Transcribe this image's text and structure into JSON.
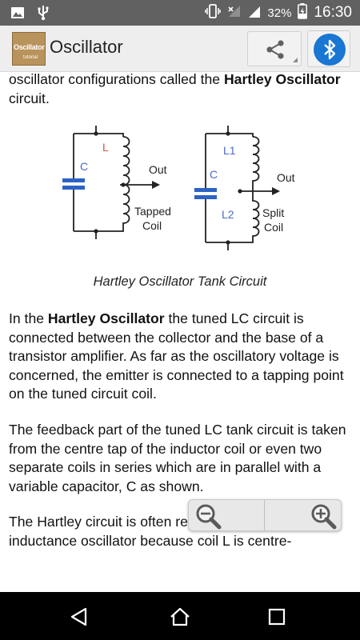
{
  "status_bar": {
    "battery_percent": "32%",
    "time": "16:30",
    "icons": [
      "image-icon",
      "usb-icon",
      "vibrate-icon",
      "no-signal-icon",
      "signal-icon",
      "battery-charging-icon"
    ]
  },
  "app_bar": {
    "logo_text": "Oscillator",
    "logo_subtext": "tutorial",
    "title": "Oscillator",
    "share_icon": "share-icon",
    "bluetooth_icon": "bluetooth-icon",
    "bluetooth_color": "#1976d2"
  },
  "content": {
    "para_top": {
      "t1": "oscillator configurations called the ",
      "b1": "Hartley Oscillator",
      "t2": " circuit."
    },
    "figure": {
      "label_L": "L",
      "label_C_left": "C",
      "label_out_left": "Out",
      "label_tapped_1": "Tapped",
      "label_tapped_2": "Coil",
      "label_L1": "L1",
      "label_C_right": "C",
      "label_out_right": "Out",
      "label_L2": "L2",
      "label_split_1": "Split",
      "label_split_2": "Coil",
      "label_color": "#4a6bc8"
    },
    "caption": "Hartley Oscillator Tank Circuit",
    "para1": {
      "t1": "In the ",
      "b1": "Hartley Oscillator",
      "t2": " the tuned LC circuit is connected between the collector and the base of a transistor amplifier. As far as the oscillatory voltage is concerned, the emitter is connected to a tapping point on the tuned circuit coil."
    },
    "para2": "The feedback part of the tuned LC tank circuit is taken from the centre tap of the inductor coil or even two separate coils in series which are in parallel with a variable capacitor, C as shown.",
    "para3": "The Hartley circuit is often referred to as a split-inductance oscillator because coil L is centre-"
  },
  "zoom": {
    "zoom_out_icon": "zoom-out-icon",
    "zoom_in_icon": "zoom-in-icon"
  },
  "nav_bar": {
    "icons": [
      "back-icon",
      "home-icon",
      "recents-icon"
    ]
  }
}
